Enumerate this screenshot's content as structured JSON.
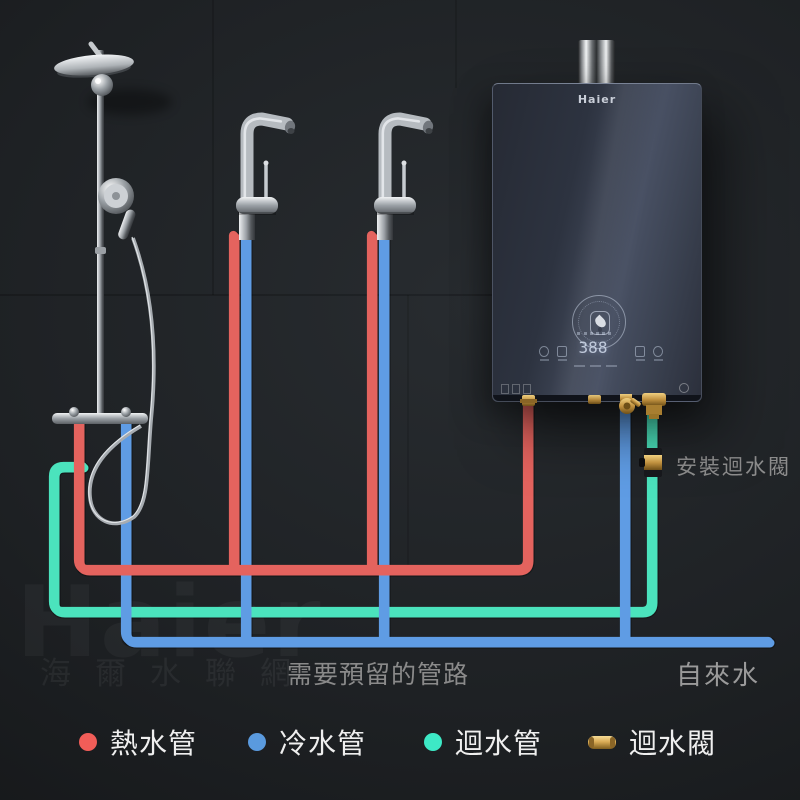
{
  "watermark": {
    "brand": "Haier",
    "cn": "海爾水聯網"
  },
  "heater": {
    "brand": "Haier",
    "display_value": "388"
  },
  "annotations": {
    "install_valve": "安裝迴水閥",
    "reserved_pipes": "需要預留的管路",
    "tap_water": "自來水"
  },
  "legend": {
    "items": [
      {
        "label": "熱水管",
        "color": "#f15d58",
        "icon": "hot-dot"
      },
      {
        "label": "冷水管",
        "color": "#5a9ade",
        "icon": "cold-dot"
      },
      {
        "label": "迴水管",
        "color": "#3de9c6",
        "icon": "return-dot"
      },
      {
        "label": "迴水閥",
        "color": "#c99e4a",
        "icon": "brass-valve"
      }
    ]
  },
  "colors": {
    "hot_pipe": "#e4635e",
    "cold_pipe": "#5f9ce4",
    "return_pipe": "#4be3bd",
    "brass": "#c99e4a"
  }
}
